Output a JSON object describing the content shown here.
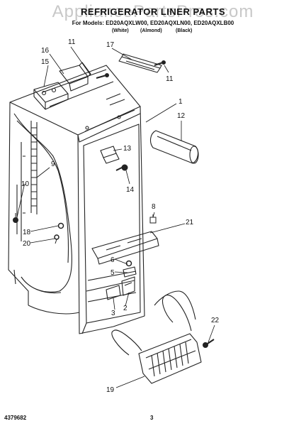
{
  "header": {
    "watermark": "AppliancePartsPros.com",
    "title": "REFRIGERATOR LINER PARTS",
    "models": "For Models: ED20AQXLW00, ED20AQXLN00, ED20AQXLB00",
    "colors": [
      "(White)",
      "(Almond)",
      "(Black)"
    ]
  },
  "callouts": [
    "1",
    "2",
    "3",
    "5",
    "6",
    "8",
    "9",
    "10",
    "11",
    "11",
    "12",
    "13",
    "14",
    "15",
    "16",
    "17",
    "18",
    "19",
    "20",
    "21",
    "22"
  ],
  "footer": {
    "doc_number": "4379682",
    "page": "3"
  }
}
